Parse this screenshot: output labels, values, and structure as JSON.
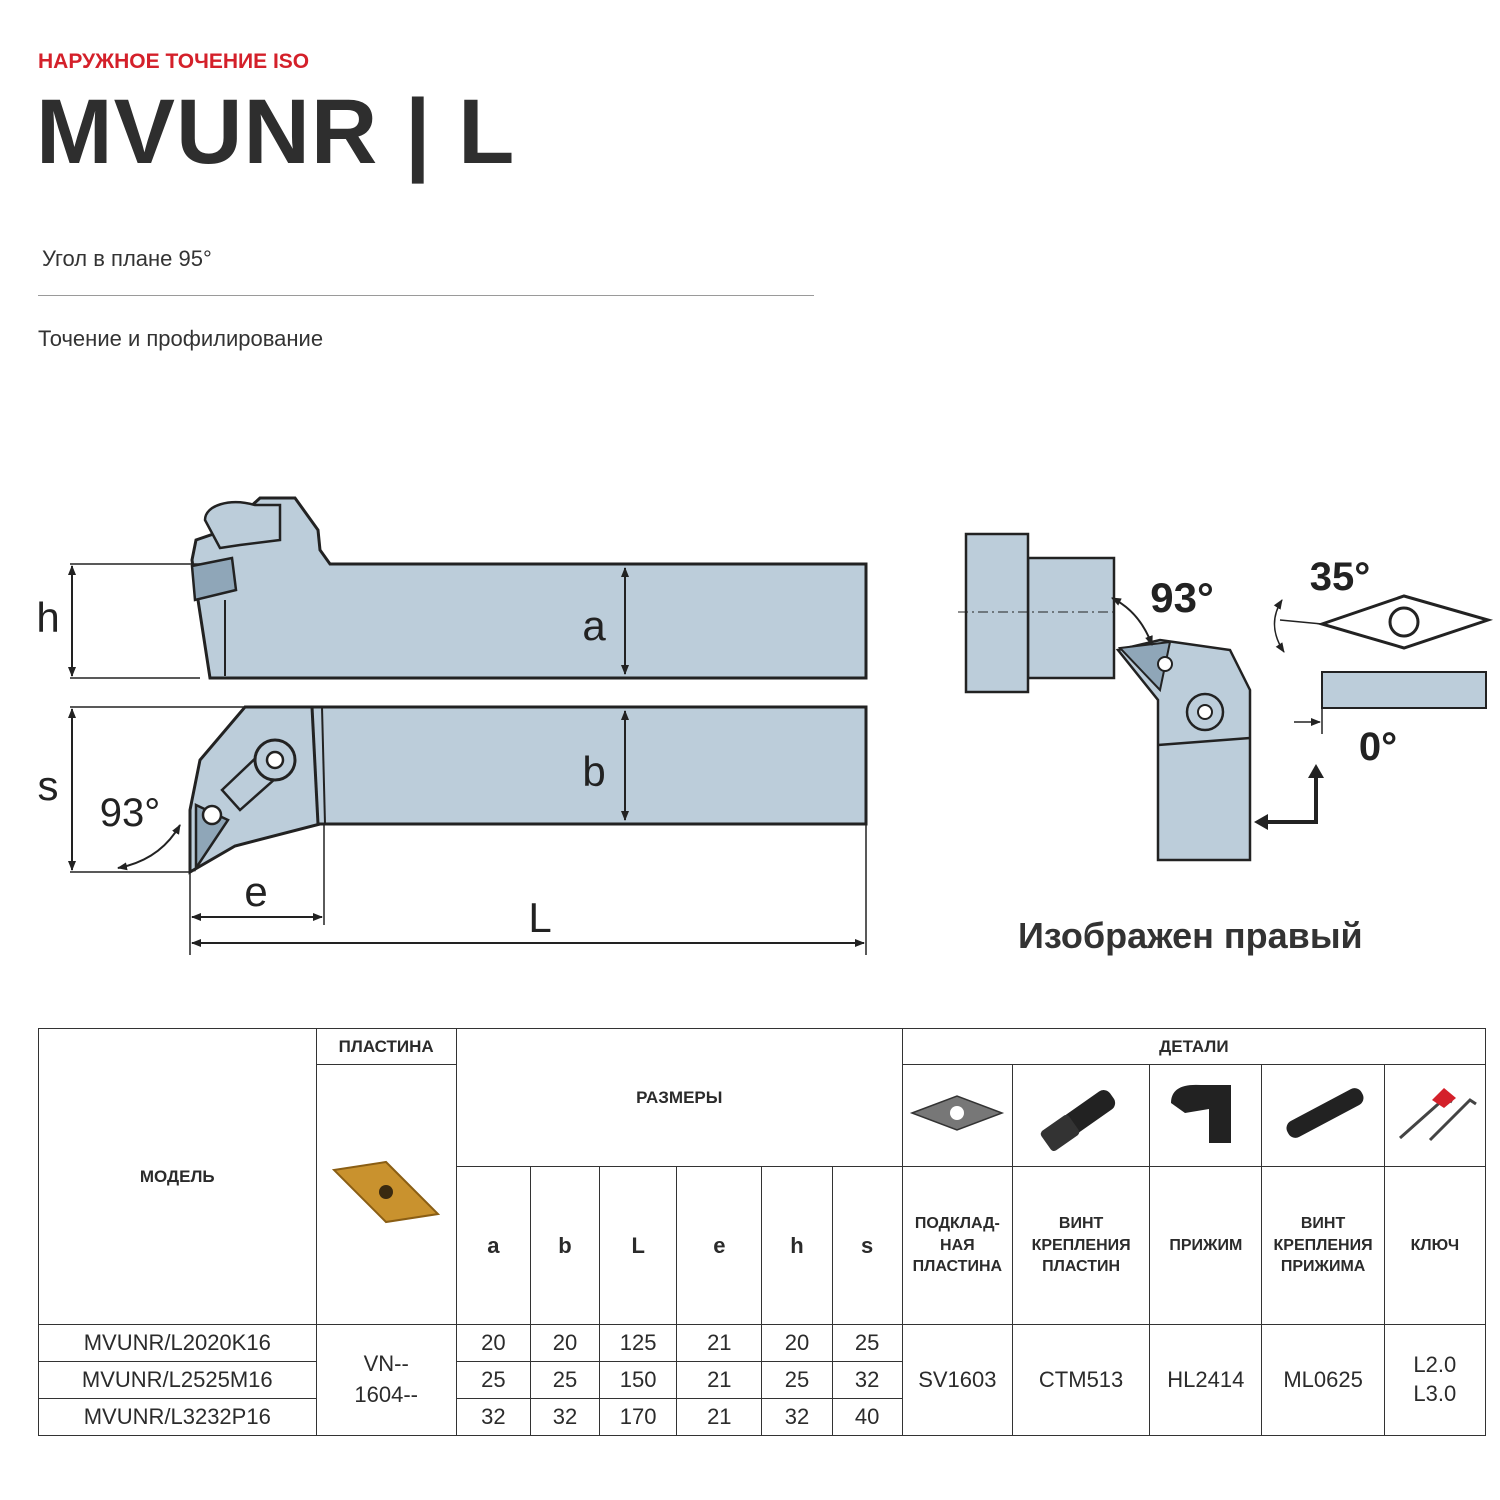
{
  "header": {
    "eyebrow": "НАРУЖНОЕ ТОЧЕНИЕ ISO",
    "title": "MVUNR | L",
    "angle": "Угол в плане 95°",
    "usage": "Точение и профилирование"
  },
  "drawing": {
    "labels": {
      "h": "h",
      "s": "s",
      "a": "a",
      "b": "b",
      "e": "e",
      "L": "L",
      "angle_side": "93°",
      "angle_top": "93°",
      "insert_angle": "35°",
      "clearance": "0°"
    },
    "caption": "Изображен правый"
  },
  "table": {
    "headers": {
      "model": "МОДЕЛЬ",
      "insert": "ПЛАСТИНА",
      "dimensions": "РАЗМЕРЫ",
      "details": "ДЕТАЛИ",
      "dim_cols": [
        "a",
        "b",
        "L",
        "e",
        "h",
        "s"
      ],
      "shim": "ПОДКЛАД-\nНАЯ\nПЛАСТИНА",
      "insert_screw": "ВИНТ\nКРЕПЛЕНИЯ\nПЛАСТИН",
      "clamp": "ПРИЖИМ",
      "clamp_screw": "ВИНТ\nКРЕПЛЕНИЯ\nПРИЖИМА",
      "key": "КЛЮЧ"
    },
    "rows": [
      {
        "model": "MVUNR/L2020K16",
        "dims": [
          "20",
          "20",
          "125",
          "21",
          "20",
          "25"
        ]
      },
      {
        "model": "MVUNR/L2525M16",
        "dims": [
          "25",
          "25",
          "150",
          "21",
          "25",
          "32"
        ]
      },
      {
        "model": "MVUNR/L3232P16",
        "dims": [
          "32",
          "32",
          "170",
          "21",
          "32",
          "40"
        ]
      }
    ],
    "insert_code": "VN--\n1604--",
    "shim_code": "SV1603",
    "insert_screw_code": "CTM513",
    "clamp_code": "HL2414",
    "clamp_screw_code": "ML0625",
    "key_code": "L2.0\nL3.0"
  },
  "colors": {
    "accent": "#d4202a",
    "holder": "#bccdda",
    "insert_gold": "#c9922e",
    "text": "#2b2b2b"
  }
}
